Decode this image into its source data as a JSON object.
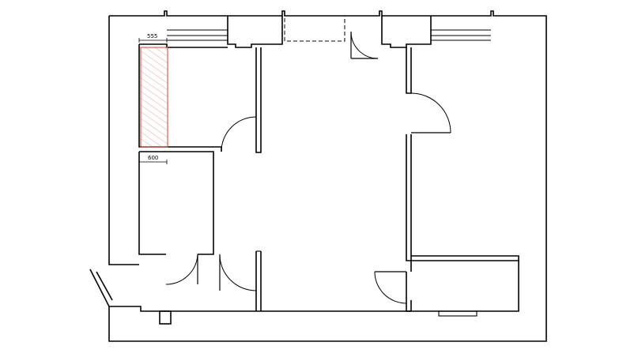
{
  "dimensions": [
    {
      "id": "dim-top",
      "label": "555"
    },
    {
      "id": "dim-mid",
      "label": "600"
    }
  ],
  "colors": {
    "line": "#000000",
    "highlight_stroke": "#e05040",
    "highlight_hatch": "#e07a6a",
    "background": "#ffffff"
  }
}
